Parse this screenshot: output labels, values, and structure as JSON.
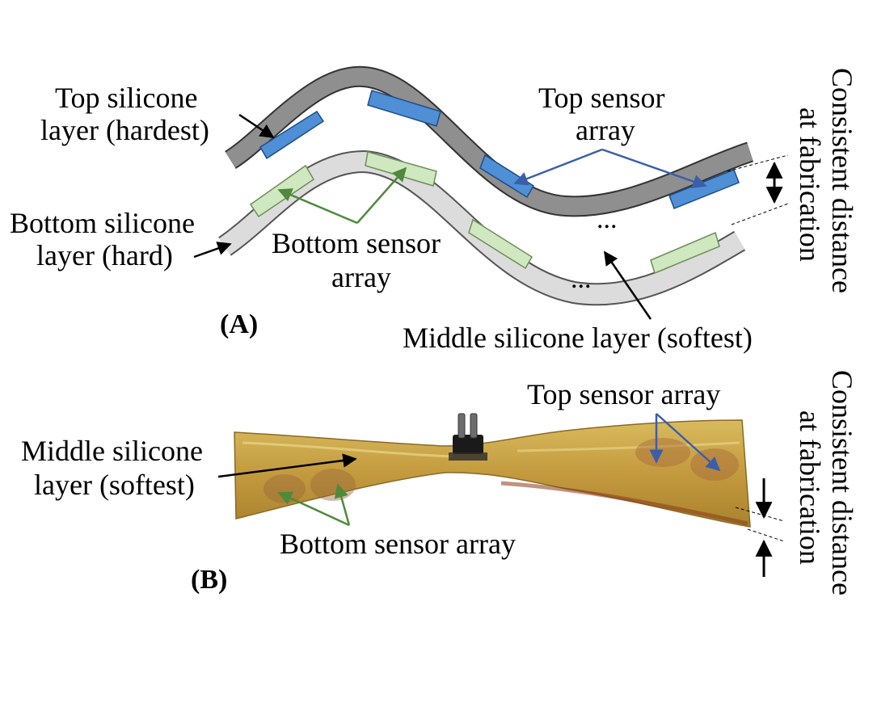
{
  "panel_a": {
    "panel_label": "(A)",
    "top_layer": [
      "Top silicone",
      "layer (hardest)"
    ],
    "top_sensor": [
      "Top sensor",
      "array"
    ],
    "bottom_layer": [
      "Bottom silicone",
      "layer (hard)"
    ],
    "bottom_sensor": [
      "Bottom sensor",
      "array"
    ],
    "middle_layer": "Middle silicone layer (softest)",
    "distance": [
      "Consistent distance",
      "at fabrication"
    ],
    "ellipsis": "..."
  },
  "panel_b": {
    "panel_label": "(B)",
    "top_sensor": "Top sensor array",
    "middle_layer": [
      "Middle silicone",
      "layer (softest)"
    ],
    "bottom_sensor": "Bottom sensor array",
    "distance": [
      "Consistent distance",
      "at fabrication"
    ]
  },
  "colors": {
    "top_layer": "#8f8f8f",
    "bottom_layer": "#dcdcdc",
    "top_sensor": "#4f8fd6",
    "bottom_sensor": "#cfe8c0",
    "arrow_blue": "#3a5fa8",
    "arrow_green": "#4f8a3a",
    "strip": "#c8a24a"
  }
}
